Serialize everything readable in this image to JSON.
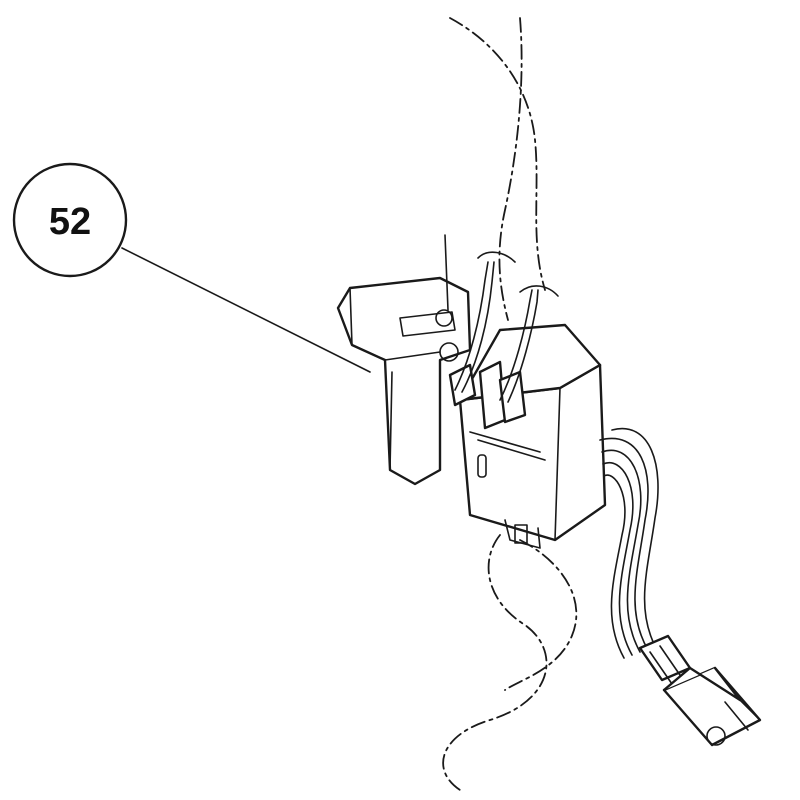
{
  "diagram": {
    "callout": {
      "label": "52"
    },
    "colors": {
      "ink": "#1a1a1a",
      "background": "#ffffff"
    },
    "parts": [
      "trigger-switch",
      "wire-harness",
      "connector-plug",
      "phantom-housing-outline"
    ]
  }
}
